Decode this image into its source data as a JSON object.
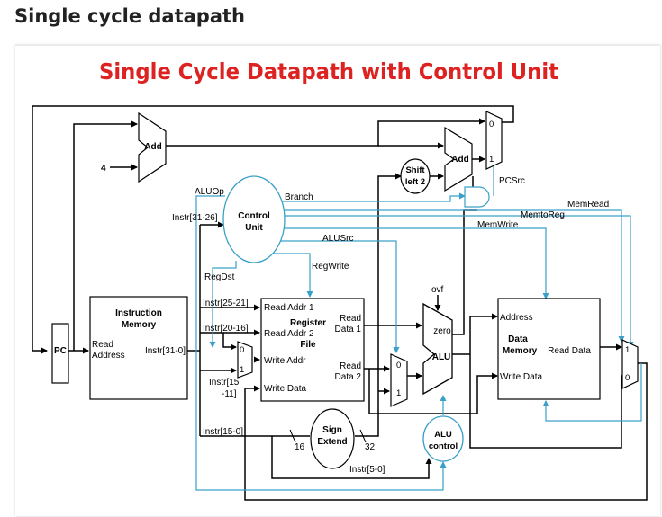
{
  "page": {
    "heading": "Single cycle datapath"
  },
  "slide": {
    "title": "Single Cycle Datapath with Control Unit"
  },
  "colors": {
    "title": "#dd2222",
    "control_wire": "#3aa0c8",
    "wire": "#000000"
  },
  "blocks": {
    "pc": "PC",
    "add_top": "Add",
    "add_right": "Add",
    "const_four": "4",
    "shift": [
      "Shift",
      "left 2"
    ],
    "control": [
      "Control",
      "Unit"
    ],
    "imem": {
      "title": [
        "Instruction",
        "Memory"
      ],
      "port_in": [
        "Read",
        "Address"
      ],
      "port_out": "Instr[31-0]"
    },
    "regfile": {
      "title": [
        "Register",
        "File"
      ],
      "read_addr_1": "Read Addr 1",
      "read_addr_2": "Read Addr 2",
      "write_addr": "Write Addr",
      "write_data": "Write Data",
      "read_data_1": [
        "Read",
        "Data 1"
      ],
      "read_data_2": [
        "Read",
        "Data 2"
      ]
    },
    "alu": {
      "name": "ALU",
      "zero": "zero",
      "ovf": "ovf"
    },
    "alu_control": [
      "ALU",
      "control"
    ],
    "sign_extend": [
      "Sign",
      "Extend"
    ],
    "dmem": {
      "title": [
        "Data",
        "Memory"
      ],
      "address": "Address",
      "write_data": "Write Data",
      "read_data": "Read Data"
    }
  },
  "mux": {
    "zero": "0",
    "one": "1"
  },
  "signals": {
    "aluop": "ALUOp",
    "branch": "Branch",
    "memread": "MemRead",
    "memtoreg": "MemtoReg",
    "memwrite": "MemWrite",
    "alusrc": "ALUSrc",
    "regwrite": "RegWrite",
    "regdst": "RegDst",
    "pcsrc": "PCSrc"
  },
  "fields": {
    "instr_31_26": "Instr[31-26]",
    "instr_25_21": "Instr[25-21]",
    "instr_20_16": "Instr[20-16]",
    "instr_15_11": [
      "Instr[15",
      "-11]"
    ],
    "instr_15_0": "Instr[15-0]",
    "instr_5_0": "Instr[5-0]"
  },
  "widths": {
    "w16": "16",
    "w32": "32"
  }
}
